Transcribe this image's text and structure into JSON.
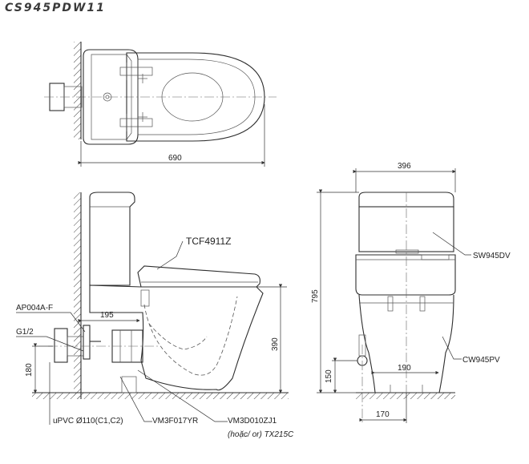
{
  "model": "CS945PDW11",
  "dimensions": {
    "overall_length": "690",
    "width": "396",
    "height": "795",
    "outlet_center": "195",
    "seat_height": "390",
    "inlet_height": "180",
    "supply_height": "150",
    "fixing_spacing": "190",
    "fixing_offset": "170"
  },
  "parts": {
    "seat": "TCF4911Z",
    "washlet": "SW945DV",
    "bowl": "CW945PV",
    "angle_valve": "AP004A-F",
    "supply_thread": "G1/2",
    "pipe": "uPVC Ø110(C1,C2)",
    "flange": "VM3F017YR",
    "adapter": "VM3D010ZJ1",
    "adapter_alt": "(hoặc/ or) TX215C"
  }
}
